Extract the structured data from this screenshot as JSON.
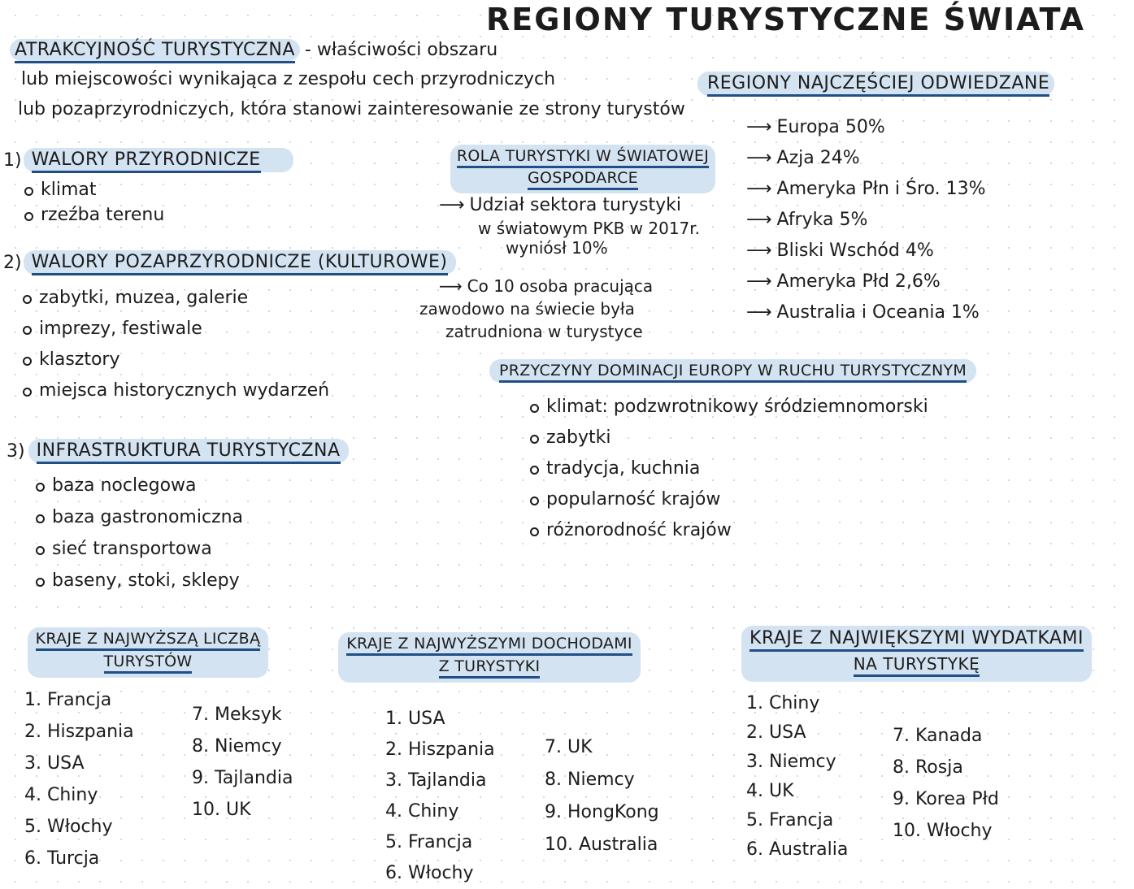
{
  "title": "REGIONY TURYSTYCZNE ŚWIATA",
  "attractiveness": {
    "term": "ATRAKCYJNOŚĆ TURYSTYCZNA",
    "definition_lines": [
      "- właściwości obszaru",
      "lub miejscowości wynikająca z zespołu cech przyrodniczych",
      "lub pozaprzyrodniczych, która stanowi zainteresowanie ze strony turystów"
    ]
  },
  "sections": [
    {
      "number": "1)",
      "heading": "WALORY PRZYRODNICZE",
      "items": [
        "klimat",
        "rzeźba terenu"
      ]
    },
    {
      "number": "2)",
      "heading": "WALORY POZAPRZYRODNICZE (KULTUROWE)",
      "items": [
        "zabytki, muzea, galerie",
        "imprezy, festiwale",
        "klasztory",
        "miejsca historycznych wydarzeń"
      ]
    },
    {
      "number": "3)",
      "heading": "INFRASTRUKTURA TURYSTYCZNA",
      "items": [
        "baza noclegowa",
        "baza gastronomiczna",
        "sieć transportowa",
        "baseny, stoki, sklepy"
      ]
    }
  ],
  "role": {
    "heading_line1": "ROLA TURYSTYKI W ŚWIATOWEJ",
    "heading_line2": "GOSPODARCE",
    "point1_lines": [
      "Udział sektora turystyki",
      "w światowym PKB w 2017r.",
      "wyniósł 10%"
    ],
    "point2_lines": [
      "Co 10 osoba pracująca",
      "zawodowo na świecie była",
      "zatrudniona w turystyce"
    ]
  },
  "regions": {
    "heading": "REGIONY NAJCZĘŚCIEJ ODWIEDZANE",
    "items": [
      "Europa 50%",
      "Azja 24%",
      "Ameryka Płn i Śro. 13%",
      "Afryka 5%",
      "Bliski Wschód 4%",
      "Ameryka Płd 2,6%",
      "Australia i Oceania 1%"
    ]
  },
  "dominance": {
    "heading": "PRZYCZYNY DOMINACJI EUROPY W RUCHU TURYSTYCZNYM",
    "items": [
      "klimat: podzwrotnikowy śródziemnomorski",
      "zabytki",
      "tradycja, kuchnia",
      "popularność krajów",
      "różnorodność krajów"
    ]
  },
  "rankings": [
    {
      "heading_line1": "KRAJE Z NAJWYŻSZĄ LICZBĄ",
      "heading_line2": "TURYSTÓW",
      "col1": [
        [
          "1.",
          "Francja"
        ],
        [
          "2.",
          "Hiszpania"
        ],
        [
          "3.",
          "USA"
        ],
        [
          "4.",
          "Chiny"
        ],
        [
          "5.",
          "Włochy"
        ],
        [
          "6.",
          "Turcja"
        ]
      ],
      "col2": [
        [
          "7.",
          "Meksyk"
        ],
        [
          "8.",
          "Niemcy"
        ],
        [
          "9.",
          "Tajlandia"
        ],
        [
          "10.",
          "UK"
        ]
      ]
    },
    {
      "heading_line1": "KRAJE Z NAJWYŻSZYMI DOCHODAMI",
      "heading_line2": "Z TURYSTYKI",
      "col1": [
        [
          "1.",
          "USA"
        ],
        [
          "2.",
          "Hiszpania"
        ],
        [
          "3.",
          "Tajlandia"
        ],
        [
          "4.",
          "Chiny"
        ],
        [
          "5.",
          "Francja"
        ],
        [
          "6.",
          "Włochy"
        ]
      ],
      "col2": [
        [
          "7.",
          "UK"
        ],
        [
          "8.",
          "Niemcy"
        ],
        [
          "9.",
          "HongKong"
        ],
        [
          "10.",
          "Australia"
        ]
      ]
    },
    {
      "heading_line1": "KRAJE Z NAJWIĘKSZYMI WYDATKAMI",
      "heading_line2": "NA TURYSTYKĘ",
      "col1": [
        [
          "1.",
          "Chiny"
        ],
        [
          "2.",
          "USA"
        ],
        [
          "3.",
          "Niemcy"
        ],
        [
          "4.",
          "UK"
        ],
        [
          "5.",
          "Francja"
        ],
        [
          "6.",
          "Australia"
        ]
      ],
      "col2": [
        [
          "7.",
          "Kanada"
        ],
        [
          "8.",
          "Rosja"
        ],
        [
          "9.",
          "Korea Płd"
        ],
        [
          "10.",
          "Włochy"
        ]
      ]
    }
  ],
  "colors": {
    "highlight": "#d3e3f1",
    "underline": "#1f4f86",
    "ink": "#1c1c1c"
  }
}
